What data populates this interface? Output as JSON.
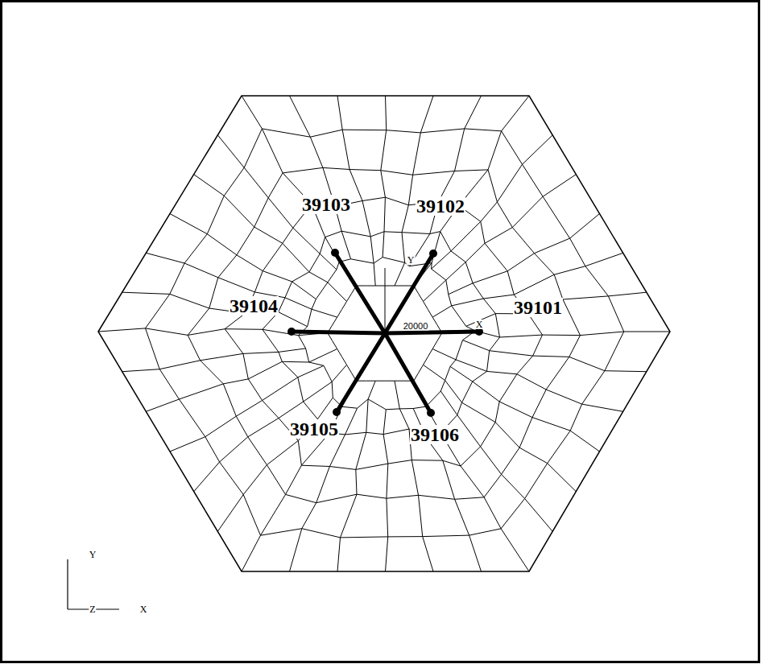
{
  "diagram": {
    "labels": [
      "39103",
      "39102",
      "39104",
      "39101",
      "39105",
      "39106",
      "Y",
      "X",
      "20000",
      "Y",
      "Z",
      "X"
    ]
  }
}
